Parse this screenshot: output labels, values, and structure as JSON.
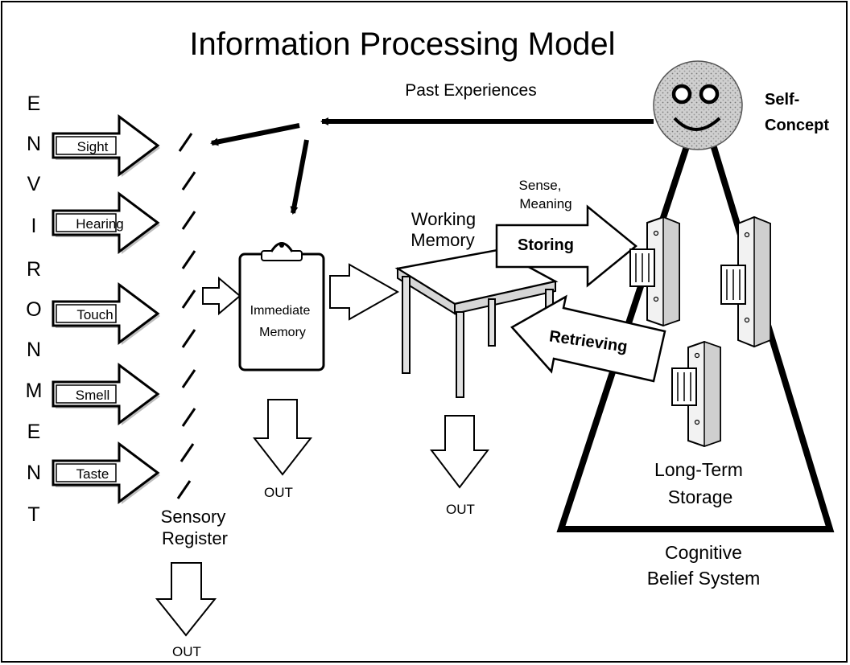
{
  "title": "Information Processing Model",
  "environment_letters": [
    "E",
    "N",
    "V",
    "I",
    "R",
    "O",
    "N",
    "M",
    "E",
    "N",
    "T"
  ],
  "senses": [
    "Sight",
    "Hearing",
    "Touch",
    "Smell",
    "Taste"
  ],
  "past_experiences": "Past Experiences",
  "self_concept": [
    "Self-",
    "Concept"
  ],
  "sensory_register": [
    "Sensory",
    "Register"
  ],
  "immediate_memory": [
    "Immediate",
    "Memory"
  ],
  "working_memory": [
    "Working",
    "Memory"
  ],
  "sense_meaning": [
    "Sense,",
    "Meaning"
  ],
  "storing": "Storing",
  "retrieving": "Retrieving",
  "long_term_storage": [
    "Long-Term",
    "Storage"
  ],
  "cognitive_belief_system": [
    "Cognitive",
    "Belief System"
  ],
  "out_label": "OUT"
}
